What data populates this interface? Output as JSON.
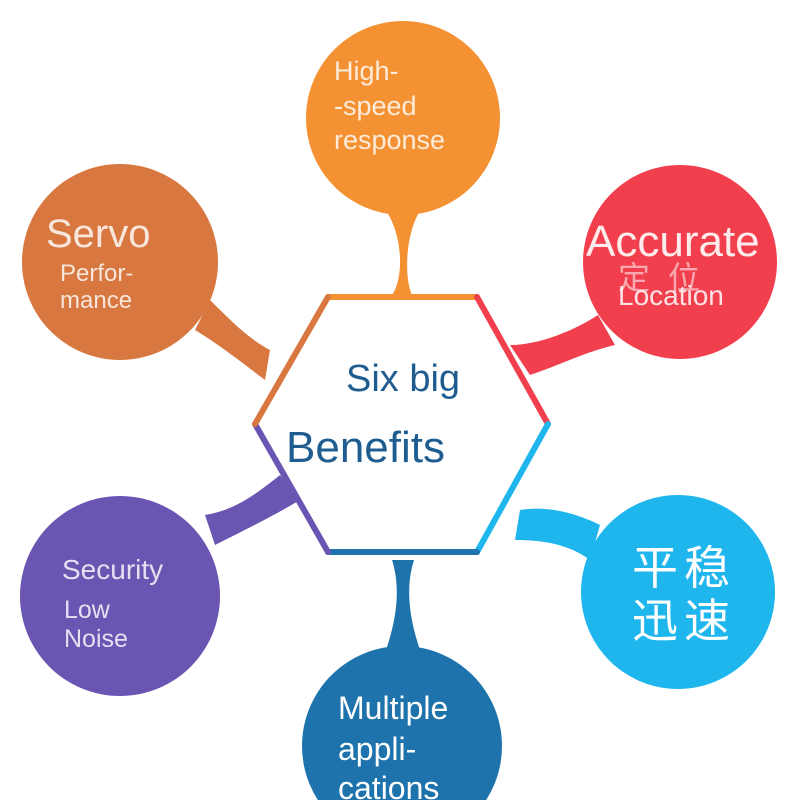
{
  "center": {
    "line1": "Six big",
    "line2": "Benefits",
    "text_color": "#1f5d91"
  },
  "petals": [
    {
      "id": "high-speed",
      "color": "#f49233",
      "lines": [
        "High-",
        "-speed",
        "response"
      ]
    },
    {
      "id": "accurate",
      "color": "#f23f4e",
      "lines": [
        "Accurate",
        "定位",
        "Location"
      ]
    },
    {
      "id": "stable",
      "color": "#1fb6ee",
      "lines": [
        "平稳",
        "迅速"
      ]
    },
    {
      "id": "multiple",
      "color": "#1e73ad",
      "lines": [
        "Multiple",
        "appli-",
        "cations"
      ]
    },
    {
      "id": "security",
      "color": "#6a55b2",
      "lines": [
        "Security",
        "Low",
        "Noise"
      ]
    },
    {
      "id": "servo",
      "color": "#d8773f",
      "lines": [
        "Servo",
        "Perfor-",
        "mance"
      ]
    }
  ]
}
